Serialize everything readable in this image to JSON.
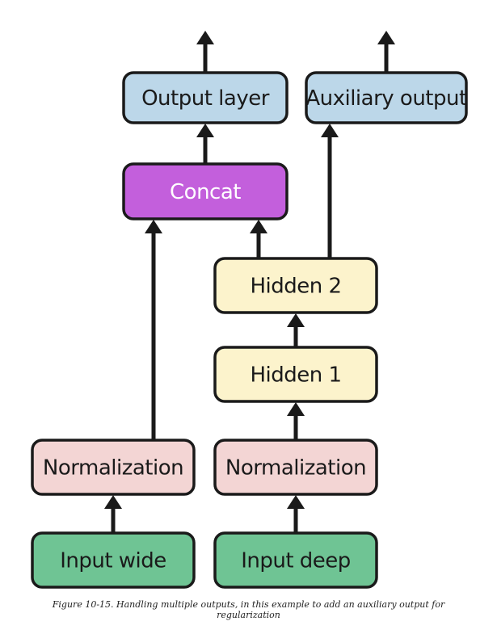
{
  "diagram": {
    "nodes": {
      "output_layer": {
        "label": "Output layer",
        "fill": "#bcd7e9"
      },
      "auxiliary_output": {
        "label": "Auxiliary output",
        "fill": "#bcd7e9"
      },
      "concat": {
        "label": "Concat",
        "fill": "#c35fdc"
      },
      "hidden_2": {
        "label": "Hidden 2",
        "fill": "#fcf3cc"
      },
      "hidden_1": {
        "label": "Hidden 1",
        "fill": "#fcf3cc"
      },
      "normalization_wide": {
        "label": "Normalization",
        "fill": "#f3d5d4"
      },
      "normalization_deep": {
        "label": "Normalization",
        "fill": "#f3d5d4"
      },
      "input_wide": {
        "label": "Input wide",
        "fill": "#6fc494"
      },
      "input_deep": {
        "label": "Input deep",
        "fill": "#6fc494"
      }
    },
    "edges": [
      {
        "from": "input_wide",
        "to": "normalization_wide"
      },
      {
        "from": "input_deep",
        "to": "normalization_deep"
      },
      {
        "from": "normalization_wide",
        "to": "concat"
      },
      {
        "from": "normalization_deep",
        "to": "hidden_1"
      },
      {
        "from": "hidden_1",
        "to": "hidden_2"
      },
      {
        "from": "hidden_2",
        "to": "concat"
      },
      {
        "from": "hidden_2",
        "to": "auxiliary_output"
      },
      {
        "from": "concat",
        "to": "output_layer"
      },
      {
        "from": "output_layer",
        "to": ""
      },
      {
        "from": "auxiliary_output",
        "to": ""
      }
    ]
  },
  "caption": {
    "line1": "Figure 10-15. Handling multiple outputs, in this example to add an auxiliary output for",
    "line2": "regularization"
  }
}
